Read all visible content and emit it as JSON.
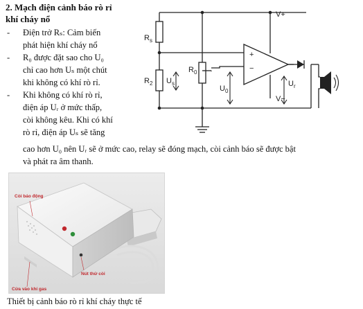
{
  "section": {
    "title_line1": "2. Mạch điện cảnh báo rò rỉ",
    "title_line2": "khí cháy nổ"
  },
  "bullets": [
    {
      "dash": "-",
      "lines": [
        "Điện trở Rₛ: Cảm biến",
        "phát hiện khí cháy nổ"
      ]
    },
    {
      "dash": "-",
      "lines": [
        "R₀ được đặt sao cho U₀",
        "chỉ cao hơn Uₛ một chút",
        "khi không có khí rò rỉ."
      ]
    },
    {
      "dash": "-",
      "lines": [
        "Khi không có khí rò rỉ,",
        "điện áp Uᵣ ở mức thấp,",
        "còi không kêu. Khi có khí",
        "rò rỉ, điện áp Uₛ sẽ tăng"
      ]
    }
  ],
  "continuation": {
    "line1": "cao hơn U₀ nên Uᵣ sẽ ở mức cao, relay sẽ đóng mạch, còi cảnh báo sẽ được bật",
    "line2": "và phát ra âm thanh."
  },
  "circuit": {
    "v_plus": "V+",
    "v_minus": "V−",
    "rs": "R",
    "rs_sub": "s",
    "r2": "R",
    "r2_sub": "2",
    "r0": "R",
    "r0_sub": "0",
    "us": "U",
    "us_sub": "s",
    "u0": "U",
    "u0_sub": "0",
    "ur": "U",
    "ur_sub": "r",
    "plus_sign": "+",
    "minus_sign": "−"
  },
  "photo": {
    "label_alarm": "Còi báo động",
    "label_button": "Nút thử còi",
    "label_inlet": "Cửa vào khí gas"
  },
  "caption": "Thiết bị cảnh báo rò rỉ khí cháy thực tế"
}
